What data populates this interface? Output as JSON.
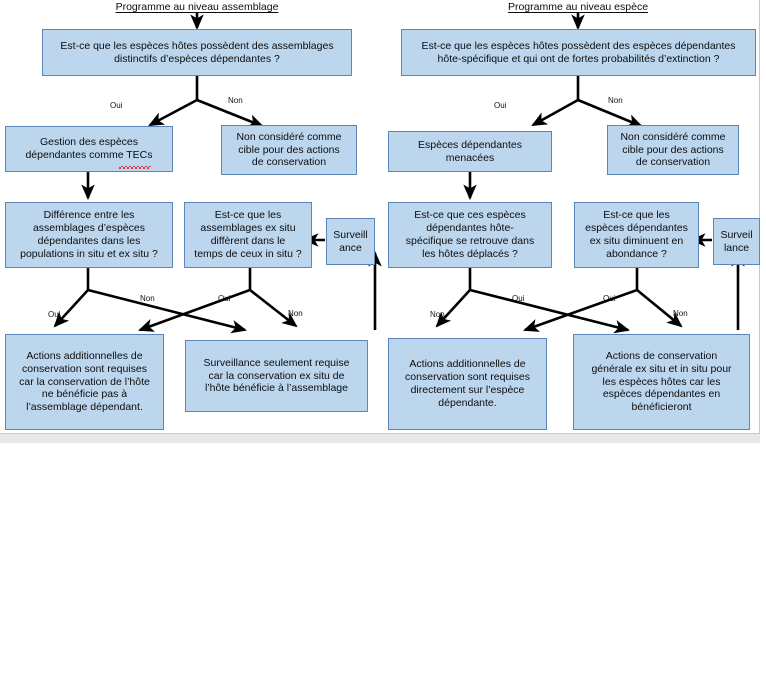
{
  "page": {
    "background_color": "#ffffff",
    "node_fill": "#bcd6ee",
    "node_border": "#5b86b5",
    "shadow_color": "#e8e8e8"
  },
  "titles": {
    "left": "Programme au niveau assemblage",
    "right": "Programme au niveau espèce"
  },
  "nodes": {
    "l_q1": "Est-ce que les espèces hôtes possèdent des assemblages\ndistinctifs d’espèces dépendantes ?",
    "l_no1": "Non considéré comme\ncible pour des actions\nde conservation",
    "l_yes1": "Gestion des espèces\ndépendantes comme TECs",
    "l_q2": "Différence entre les\nassemblages d’espèces\ndépendantes dans les\npopulations in situ et ex situ ?",
    "l_q3": "Est-ce que les\nassemblages ex situ\ndiffèrent dans le\ntemps de ceux in situ ?",
    "l_surv": "Surveill\nance",
    "l_out1": "Actions additionnelles de\nconservation sont requises\ncar la conservation de l’hôte\nne bénéficie pas à\nl’assemblage dépendant.",
    "l_out2": "Surveillance seulement requise\ncar la conservation ex situ de\nl’hôte bénéficie à l’assemblage",
    "r_q1": "Est-ce que les espèces hôtes possèdent des espèces dépendantes\nhôte-spécifique et qui ont de fortes probabilités d’extinction ?",
    "r_no1": "Non considéré comme\ncible pour des actions\nde conservation",
    "r_yes1": "Espèces dépendantes\nmenacées",
    "r_q2": "Est-ce que ces espèces\ndépendantes hôte-\nspécifique se retrouve dans\nles hôtes déplacés ?",
    "r_q3": "Est-ce que les\nespèces dépendantes\nex situ diminuent en\nabondance ?",
    "r_surv": "Surveil\nlance",
    "r_out1": "Actions additionnelles de\nconservation sont requises\ndirectement sur l’espèce\ndépendante.",
    "r_out2": "Actions de conservation\ngénérale ex situ et in situ pour\nles espèces hôtes car les\nespèces dépendantes en\nbénéficieront"
  },
  "edge_labels": {
    "l_q1_yes": "Oui",
    "l_q1_no": "Non",
    "l_q2_yes": "Oui",
    "l_q2_no": "Non",
    "l_q3_yes": "Oui",
    "l_q3_no": "Non",
    "r_q1_yes": "Oui",
    "r_q1_no": "Non",
    "r_q2_no": "Non",
    "r_q2_yes": "Oui",
    "r_q3_yes": "Oui",
    "r_q3_no": "Non"
  }
}
